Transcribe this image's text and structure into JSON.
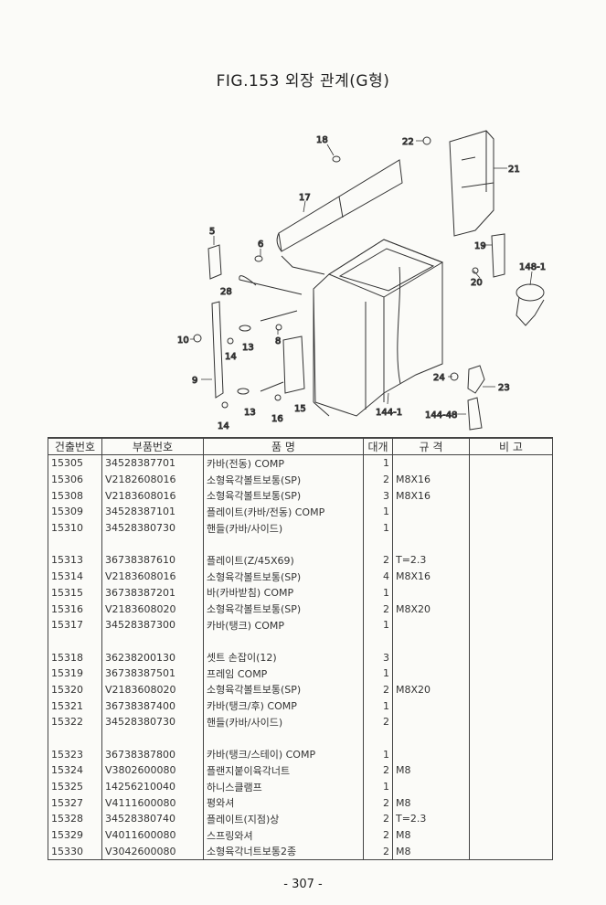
{
  "title": "FIG.153 외장 관계(G형)",
  "callouts": [
    "18",
    "22",
    "21",
    "17",
    "5",
    "6",
    "28",
    "19",
    "20",
    "148-1",
    "8",
    "10",
    "13",
    "14",
    "9",
    "13",
    "14",
    "16",
    "15",
    "144-1",
    "24",
    "23",
    "144-48"
  ],
  "table": {
    "headers": [
      "건출번호",
      "부품번호",
      "품 명",
      "대개",
      "규 격",
      "비 고"
    ],
    "rows": [
      [
        "15305",
        "34528387701",
        "카바(전동) COMP",
        "1",
        "",
        ""
      ],
      [
        "15306",
        "V2182608016",
        "소형육각볼트보통(SP)",
        "2",
        "M8X16",
        ""
      ],
      [
        "15308",
        "V2183608016",
        "소형육각볼트보통(SP)",
        "3",
        "M8X16",
        ""
      ],
      [
        "15309",
        "34528387101",
        "플레이트(카바/전동) COMP",
        "1",
        "",
        ""
      ],
      [
        "15310",
        "34528380730",
        "핸들(카바/사이드)",
        "1",
        "",
        ""
      ],
      [
        "",
        "",
        "",
        "",
        "",
        ""
      ],
      [
        "15313",
        "36738387610",
        "플레이트(Z/45X69)",
        "2",
        "T=2.3",
        ""
      ],
      [
        "15314",
        "V2183608016",
        "소형육각볼트보통(SP)",
        "4",
        "M8X16",
        ""
      ],
      [
        "15315",
        "36738387201",
        "바(카바받침) COMP",
        "1",
        "",
        ""
      ],
      [
        "15316",
        "V2183608020",
        "소형육각볼트보통(SP)",
        "2",
        "M8X20",
        ""
      ],
      [
        "15317",
        "34528387300",
        "카바(탱크) COMP",
        "1",
        "",
        ""
      ],
      [
        "",
        "",
        "",
        "",
        "",
        ""
      ],
      [
        "15318",
        "36238200130",
        "셋트 손잡이(12)",
        "3",
        "",
        ""
      ],
      [
        "15319",
        "36738387501",
        "프레임 COMP",
        "1",
        "",
        ""
      ],
      [
        "15320",
        "V2183608020",
        "소형육각볼트보통(SP)",
        "2",
        "M8X20",
        ""
      ],
      [
        "15321",
        "36738387400",
        "카바(탱크/후) COMP",
        "1",
        "",
        ""
      ],
      [
        "15322",
        "34528380730",
        "핸들(카바/사이드)",
        "2",
        "",
        ""
      ],
      [
        "",
        "",
        "",
        "",
        "",
        ""
      ],
      [
        "15323",
        "36738387800",
        "카바(탱크/스테이) COMP",
        "1",
        "",
        ""
      ],
      [
        "15324",
        "V3802600080",
        "플랜지붙이육각너트",
        "2",
        "M8",
        ""
      ],
      [
        "15325",
        "14256210040",
        "하니스클램프",
        "1",
        "",
        ""
      ],
      [
        "15327",
        "V4111600080",
        "평와셔",
        "2",
        "M8",
        ""
      ],
      [
        "15328",
        "34528380740",
        "플레이트(지점)상",
        "2",
        "T=2.3",
        ""
      ],
      [
        "15329",
        "V4011600080",
        "스프링와셔",
        "2",
        "M8",
        ""
      ],
      [
        "15330",
        "V3042600080",
        "소형육각너트보통2종",
        "2",
        "M8",
        ""
      ]
    ]
  },
  "page_number": "- 307 -"
}
